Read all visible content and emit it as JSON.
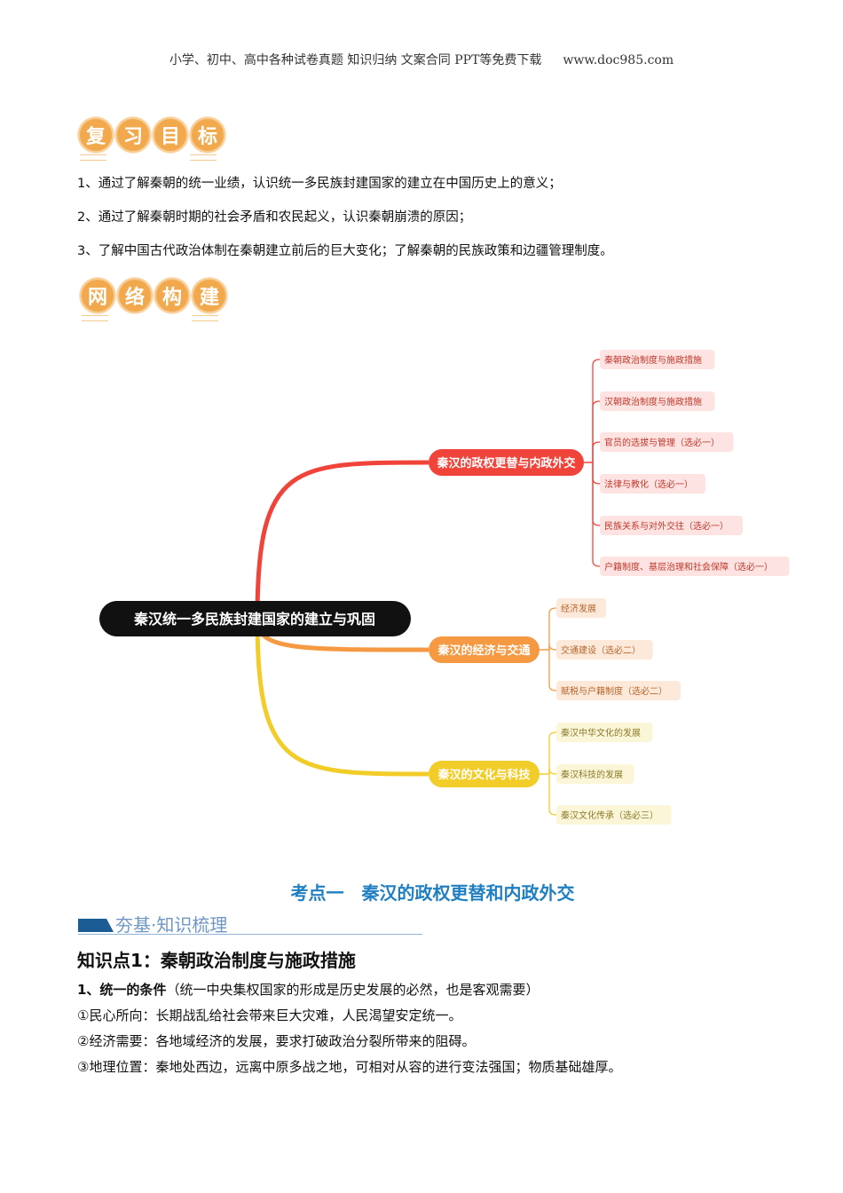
{
  "header": {
    "left": "小学、初中、高中各种试卷真题 知识归纳 文案合同 PPT等免费下载",
    "right": "www.doc985.com"
  },
  "review_badge": [
    "复",
    "习",
    "目",
    "标"
  ],
  "objectives": [
    "1、通过了解秦朝的统一业绩，认识统一多民族封建国家的建立在中国历史上的意义；",
    "2、通过了解秦朝时期的社会矛盾和农民起义，认识秦朝崩溃的原因；",
    "3、了解中国古代政治体制在秦朝建立前后的巨大变化；了解秦朝的民族政策和边疆管理制度。"
  ],
  "network_badge": [
    "网",
    "络",
    "构",
    "建"
  ],
  "mindmap": {
    "root": "秦汉统一多民族封建国家的建立与巩固",
    "branches": [
      {
        "label": "秦汉的政权更替与内政外交",
        "color": "#f0443a",
        "child_bg": "#fde3e1",
        "child_color": "#c0392b",
        "children": [
          "秦朝政治制度与施政措施",
          "汉朝政治制度与施政措施",
          "官员的选拔与管理（选必一）",
          "法律与教化（选必一）",
          "民族关系与对外交往（选必一）",
          "户籍制度、基层治理和社会保障（选必一）"
        ]
      },
      {
        "label": "秦汉的经济与交通",
        "color": "#f59a42",
        "child_bg": "#fde9da",
        "child_color": "#b5652a",
        "children": [
          "经济发展",
          "交通建设（选必二）",
          "赋税与户籍制度（选必二）"
        ]
      },
      {
        "label": "秦汉的文化与科技",
        "color": "#f2cd2a",
        "child_bg": "#fcf6d8",
        "child_color": "#8a7a2a",
        "children": [
          "秦汉中华文化的发展",
          "秦汉科技的发展",
          "秦汉文化传承（选必三）"
        ]
      }
    ]
  },
  "section_title": "考点一　秦汉的政权更替和内政外交",
  "subsection_bar": "夯基·知识梳理",
  "knowledge_point": "知识点1：秦朝政治制度与施政措施",
  "para_heading_bold": "1、统一的条件",
  "para_heading_note": "（统一中央集权国家的形成是历史发展的必然，也是客观需要）",
  "paras": [
    "①民心所向：长期战乱给社会带来巨大灾难，人民渴望安定统一。",
    "②经济需要：各地域经济的发展，要求打破政治分裂所带来的阻碍。",
    "③地理位置：秦地处西边，远离中原多战之地，可相对从容的进行变法强国；物质基础雄厚。"
  ]
}
